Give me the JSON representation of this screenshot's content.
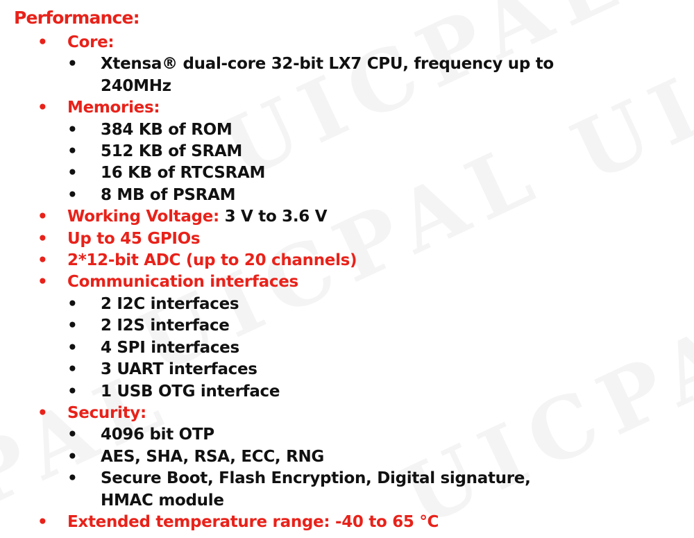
{
  "heading": "Performance:",
  "colors": {
    "accent": "#e8221a",
    "text": "#111111"
  },
  "watermark": {
    "text": "UICPAL"
  },
  "items": [
    {
      "label": "Core:",
      "value": "",
      "subitems": [
        "Xtensa® dual-core 32-bit LX7 CPU, frequency up to 240MHz"
      ]
    },
    {
      "label": "Memories:",
      "value": "",
      "subitems": [
        "384 KB of ROM",
        "512 KB of SRAM",
        "16 KB of RTCSRAM",
        "8 MB of PSRAM"
      ]
    },
    {
      "label": "Working Voltage:",
      "value": " 3 V to 3.6 V",
      "subitems": []
    },
    {
      "label": "Up to 45 GPIOs",
      "value": "",
      "subitems": []
    },
    {
      "label": "2*12-bit ADC (up to 20 channels)",
      "value": "",
      "subitems": []
    },
    {
      "label": "Communication interfaces",
      "value": "",
      "subitems": [
        "2 I2C interfaces",
        "2 I2S interface",
        "4 SPI interfaces",
        "3 UART interfaces",
        "1 USB OTG interface"
      ]
    },
    {
      "label": "Security:",
      "value": "",
      "subitems": [
        "4096 bit OTP",
        "AES, SHA, RSA, ECC, RNG",
        "Secure Boot, Flash Encryption, Digital signature, HMAC module"
      ]
    },
    {
      "label": "Extended temperature range: -40 to 65 °C",
      "value": "",
      "subitems": []
    }
  ]
}
